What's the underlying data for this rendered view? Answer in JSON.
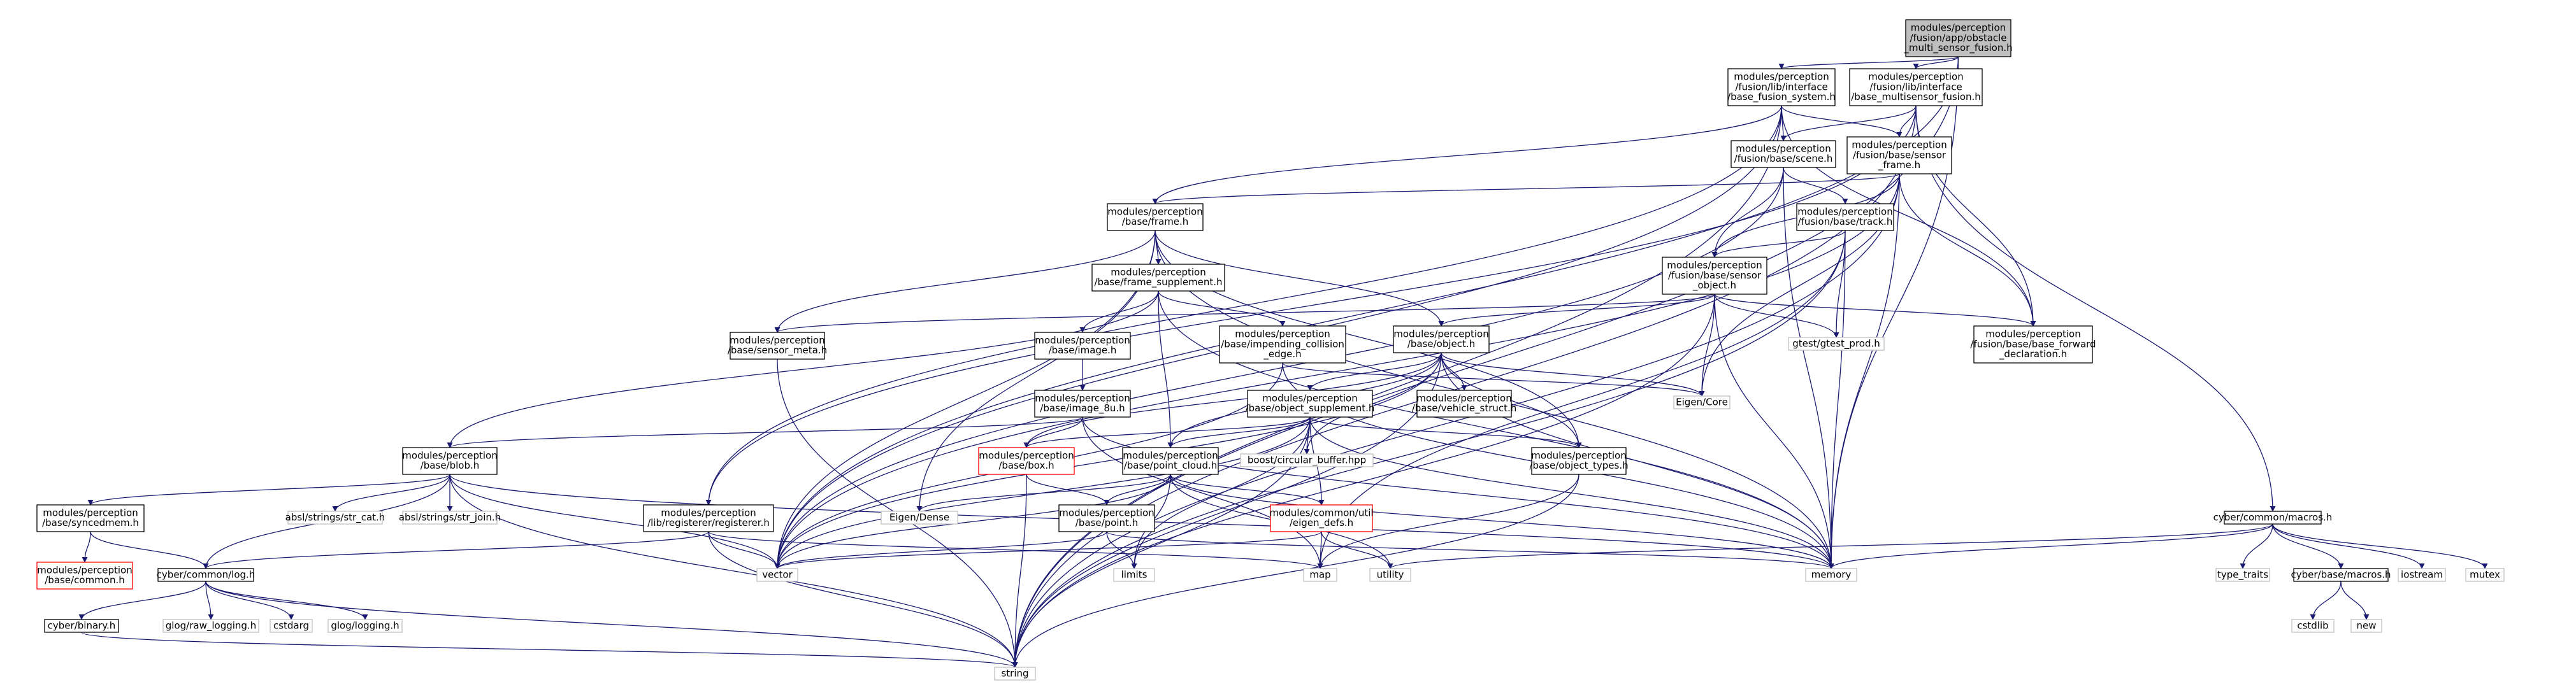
{
  "colors": {
    "edge": "#191970",
    "node_border": "#000000",
    "external_border": "#bfbfbf",
    "missing_border": "#ff0000",
    "root_fill": "#bfbfbf",
    "node_fill": "#ffffff",
    "text": "#000000"
  },
  "nodes": [
    {
      "id": "root",
      "style": "root",
      "lines": [
        "modules/perception",
        "/fusion/app/obstacle",
        "_multi_sensor_fusion.h"
      ]
    },
    {
      "id": "bfs",
      "style": "normal",
      "lines": [
        "modules/perception",
        "/fusion/lib/interface",
        "/base_fusion_system.h"
      ]
    },
    {
      "id": "bmsf",
      "style": "normal",
      "lines": [
        "modules/perception",
        "/fusion/lib/interface",
        "/base_multisensor_fusion.h"
      ]
    },
    {
      "id": "scene",
      "style": "normal",
      "lines": [
        "modules/perception",
        "/fusion/base/scene.h"
      ]
    },
    {
      "id": "sframe",
      "style": "normal",
      "lines": [
        "modules/perception",
        "/fusion/base/sensor",
        "_frame.h"
      ]
    },
    {
      "id": "track",
      "style": "normal",
      "lines": [
        "modules/perception",
        "/fusion/base/track.h"
      ]
    },
    {
      "id": "frame",
      "style": "normal",
      "lines": [
        "modules/perception",
        "/base/frame.h"
      ]
    },
    {
      "id": "sobj",
      "style": "normal",
      "lines": [
        "modules/perception",
        "/fusion/base/sensor",
        "_object.h"
      ]
    },
    {
      "id": "fsup",
      "style": "normal",
      "lines": [
        "modules/perception",
        "/base/frame_supplement.h"
      ]
    },
    {
      "id": "smeta",
      "style": "normal",
      "lines": [
        "modules/perception",
        "/base/sensor_meta.h"
      ]
    },
    {
      "id": "image",
      "style": "normal",
      "lines": [
        "modules/perception",
        "/base/image.h"
      ]
    },
    {
      "id": "impcol",
      "style": "normal",
      "lines": [
        "modules/perception",
        "/base/impending_collision",
        "_edge.h"
      ]
    },
    {
      "id": "object",
      "style": "normal",
      "lines": [
        "modules/perception",
        "/base/object.h"
      ]
    },
    {
      "id": "gtest",
      "style": "external",
      "lines": [
        "gtest/gtest_prod.h"
      ]
    },
    {
      "id": "bfd",
      "style": "normal",
      "lines": [
        "modules/perception",
        "/fusion/base/base_forward",
        "_declaration.h"
      ]
    },
    {
      "id": "vstruct",
      "style": "normal",
      "lines": [
        "modules/perception",
        "/base/vehicle_struct.h"
      ]
    },
    {
      "id": "eigcore",
      "style": "external",
      "lines": [
        "Eigen/Core"
      ]
    },
    {
      "id": "image8u",
      "style": "normal",
      "lines": [
        "modules/perception",
        "/base/image_8u.h"
      ]
    },
    {
      "id": "osup",
      "style": "normal",
      "lines": [
        "modules/perception",
        "/base/object_supplement.h"
      ]
    },
    {
      "id": "blob",
      "style": "normal",
      "lines": [
        "modules/perception",
        "/base/blob.h"
      ]
    },
    {
      "id": "box",
      "style": "missing",
      "lines": [
        "modules/perception",
        "/base/box.h"
      ]
    },
    {
      "id": "pcloud",
      "style": "normal",
      "lines": [
        "modules/perception",
        "/base/point_cloud.h"
      ]
    },
    {
      "id": "circbuf",
      "style": "external",
      "lines": [
        "boost/circular_buffer.hpp"
      ]
    },
    {
      "id": "otypes",
      "style": "normal",
      "lines": [
        "modules/perception",
        "/base/object_types.h"
      ]
    },
    {
      "id": "strcat",
      "style": "external",
      "lines": [
        "absl/strings/str_cat.h"
      ]
    },
    {
      "id": "strjoin",
      "style": "external",
      "lines": [
        "absl/strings/str_join.h"
      ]
    },
    {
      "id": "syncmem",
      "style": "normal",
      "lines": [
        "modules/perception",
        "/base/syncedmem.h"
      ]
    },
    {
      "id": "registerer",
      "style": "normal",
      "lines": [
        "modules/perception",
        "/lib/registerer/registerer.h"
      ]
    },
    {
      "id": "eigdense",
      "style": "external",
      "lines": [
        "Eigen/Dense"
      ]
    },
    {
      "id": "point",
      "style": "normal",
      "lines": [
        "modules/perception",
        "/base/point.h"
      ]
    },
    {
      "id": "eigdefs",
      "style": "missing",
      "lines": [
        "modules/common/util",
        "/eigen_defs.h"
      ]
    },
    {
      "id": "macros",
      "style": "normal",
      "lines": [
        "cyber/common/macros.h"
      ]
    },
    {
      "id": "pcommon",
      "style": "missing",
      "lines": [
        "modules/perception",
        "/base/common.h"
      ]
    },
    {
      "id": "log",
      "style": "normal",
      "lines": [
        "cyber/common/log.h"
      ]
    },
    {
      "id": "vector",
      "style": "external",
      "lines": [
        "vector"
      ]
    },
    {
      "id": "limits",
      "style": "external",
      "lines": [
        "limits"
      ]
    },
    {
      "id": "map",
      "style": "external",
      "lines": [
        "map"
      ]
    },
    {
      "id": "utility",
      "style": "external",
      "lines": [
        "utility"
      ]
    },
    {
      "id": "memory",
      "style": "external",
      "lines": [
        "memory"
      ]
    },
    {
      "id": "typetraits",
      "style": "external",
      "lines": [
        "type_traits"
      ]
    },
    {
      "id": "bmacros",
      "style": "normal",
      "lines": [
        "cyber/base/macros.h"
      ]
    },
    {
      "id": "iostream",
      "style": "external",
      "lines": [
        "iostream"
      ]
    },
    {
      "id": "mutex",
      "style": "external",
      "lines": [
        "mutex"
      ]
    },
    {
      "id": "binary",
      "style": "normal",
      "lines": [
        "cyber/binary.h"
      ]
    },
    {
      "id": "rawlog",
      "style": "external",
      "lines": [
        "glog/raw_logging.h"
      ]
    },
    {
      "id": "cstdarg",
      "style": "external",
      "lines": [
        "cstdarg"
      ]
    },
    {
      "id": "glog",
      "style": "external",
      "lines": [
        "glog/logging.h"
      ]
    },
    {
      "id": "cstdlib",
      "style": "external",
      "lines": [
        "cstdlib"
      ]
    },
    {
      "id": "new",
      "style": "external",
      "lines": [
        "new"
      ]
    },
    {
      "id": "string",
      "style": "external",
      "lines": [
        "string"
      ]
    }
  ],
  "edges": [
    [
      "root",
      "bfs"
    ],
    [
      "root",
      "bmsf"
    ],
    [
      "root",
      "vector"
    ],
    [
      "root",
      "memory"
    ],
    [
      "root",
      "string"
    ],
    [
      "bfs",
      "scene"
    ],
    [
      "bfs",
      "sframe"
    ],
    [
      "bfs",
      "frame"
    ],
    [
      "bfs",
      "bfd"
    ],
    [
      "bfs",
      "registerer"
    ],
    [
      "bfs",
      "vector"
    ],
    [
      "bfs",
      "string"
    ],
    [
      "bmsf",
      "scene"
    ],
    [
      "bmsf",
      "sframe"
    ],
    [
      "bmsf",
      "bfd"
    ],
    [
      "bmsf",
      "registerer"
    ],
    [
      "bmsf",
      "string"
    ],
    [
      "bmsf",
      "macros"
    ],
    [
      "scene",
      "track"
    ],
    [
      "scene",
      "sobj"
    ],
    [
      "scene",
      "vector"
    ],
    [
      "scene",
      "memory"
    ],
    [
      "sframe",
      "frame"
    ],
    [
      "sframe",
      "sobj"
    ],
    [
      "sframe",
      "bfd"
    ],
    [
      "sframe",
      "eigcore"
    ],
    [
      "sframe",
      "memory"
    ],
    [
      "sframe",
      "string"
    ],
    [
      "sframe",
      "vector"
    ],
    [
      "track",
      "sobj"
    ],
    [
      "track",
      "gtest"
    ],
    [
      "track",
      "map"
    ],
    [
      "track",
      "memory"
    ],
    [
      "track",
      "string"
    ],
    [
      "frame",
      "fsup"
    ],
    [
      "frame",
      "smeta"
    ],
    [
      "frame",
      "object"
    ],
    [
      "frame",
      "otypes"
    ],
    [
      "frame",
      "eigdense"
    ],
    [
      "frame",
      "memory"
    ],
    [
      "frame",
      "vector"
    ],
    [
      "sobj",
      "smeta"
    ],
    [
      "sobj",
      "object"
    ],
    [
      "sobj",
      "bfd"
    ],
    [
      "sobj",
      "gtest"
    ],
    [
      "sobj",
      "eigcore"
    ],
    [
      "sobj",
      "memory"
    ],
    [
      "sobj",
      "string"
    ],
    [
      "fsup",
      "image"
    ],
    [
      "fsup",
      "impcol"
    ],
    [
      "fsup",
      "blob"
    ],
    [
      "fsup",
      "pcloud"
    ],
    [
      "fsup",
      "memory"
    ],
    [
      "smeta",
      "string"
    ],
    [
      "image",
      "image8u"
    ],
    [
      "impcol",
      "eigcore"
    ],
    [
      "impcol",
      "vector"
    ],
    [
      "impcol",
      "memory"
    ],
    [
      "object",
      "osup"
    ],
    [
      "object",
      "vstruct"
    ],
    [
      "object",
      "otypes"
    ],
    [
      "object",
      "pcloud"
    ],
    [
      "object",
      "box"
    ],
    [
      "object",
      "circbuf"
    ],
    [
      "object",
      "eigcore"
    ],
    [
      "object",
      "memory"
    ],
    [
      "object",
      "string"
    ],
    [
      "object",
      "vector"
    ],
    [
      "image8u",
      "blob"
    ],
    [
      "image8u",
      "box"
    ],
    [
      "image8u",
      "map"
    ],
    [
      "image8u",
      "memory"
    ],
    [
      "osup",
      "box"
    ],
    [
      "osup",
      "pcloud"
    ],
    [
      "osup",
      "otypes"
    ],
    [
      "osup",
      "eigdefs"
    ],
    [
      "osup",
      "circbuf"
    ],
    [
      "osup",
      "vector"
    ],
    [
      "osup",
      "memory"
    ],
    [
      "osup",
      "string"
    ],
    [
      "osup",
      "limits"
    ],
    [
      "blob",
      "syncmem"
    ],
    [
      "blob",
      "log"
    ],
    [
      "blob",
      "strcat"
    ],
    [
      "blob",
      "strjoin"
    ],
    [
      "blob",
      "vector"
    ],
    [
      "blob",
      "memory"
    ],
    [
      "blob",
      "string"
    ],
    [
      "box",
      "point"
    ],
    [
      "box",
      "string"
    ],
    [
      "pcloud",
      "point"
    ],
    [
      "pcloud",
      "eigdefs"
    ],
    [
      "pcloud",
      "eigdense"
    ],
    [
      "pcloud",
      "vector"
    ],
    [
      "pcloud",
      "memory"
    ],
    [
      "pcloud",
      "limits"
    ],
    [
      "pcloud",
      "utility"
    ],
    [
      "otypes",
      "map"
    ],
    [
      "otypes",
      "string"
    ],
    [
      "syncmem",
      "pcommon"
    ],
    [
      "syncmem",
      "log"
    ],
    [
      "registerer",
      "log"
    ],
    [
      "registerer",
      "map"
    ],
    [
      "registerer",
      "vector"
    ],
    [
      "registerer",
      "string"
    ],
    [
      "point",
      "vector"
    ],
    [
      "point",
      "limits"
    ],
    [
      "point",
      "memory"
    ],
    [
      "eigdefs",
      "map"
    ],
    [
      "eigdefs",
      "vector"
    ],
    [
      "eigdefs",
      "utility"
    ],
    [
      "macros",
      "bmacros"
    ],
    [
      "macros",
      "typetraits"
    ],
    [
      "macros",
      "iostream"
    ],
    [
      "macros",
      "mutex"
    ],
    [
      "macros",
      "memory"
    ],
    [
      "macros",
      "utility"
    ],
    [
      "log",
      "binary"
    ],
    [
      "log",
      "rawlog"
    ],
    [
      "log",
      "cstdarg"
    ],
    [
      "log",
      "glog"
    ],
    [
      "log",
      "string"
    ],
    [
      "binary",
      "string"
    ],
    [
      "bmacros",
      "cstdlib"
    ],
    [
      "bmacros",
      "new"
    ]
  ]
}
